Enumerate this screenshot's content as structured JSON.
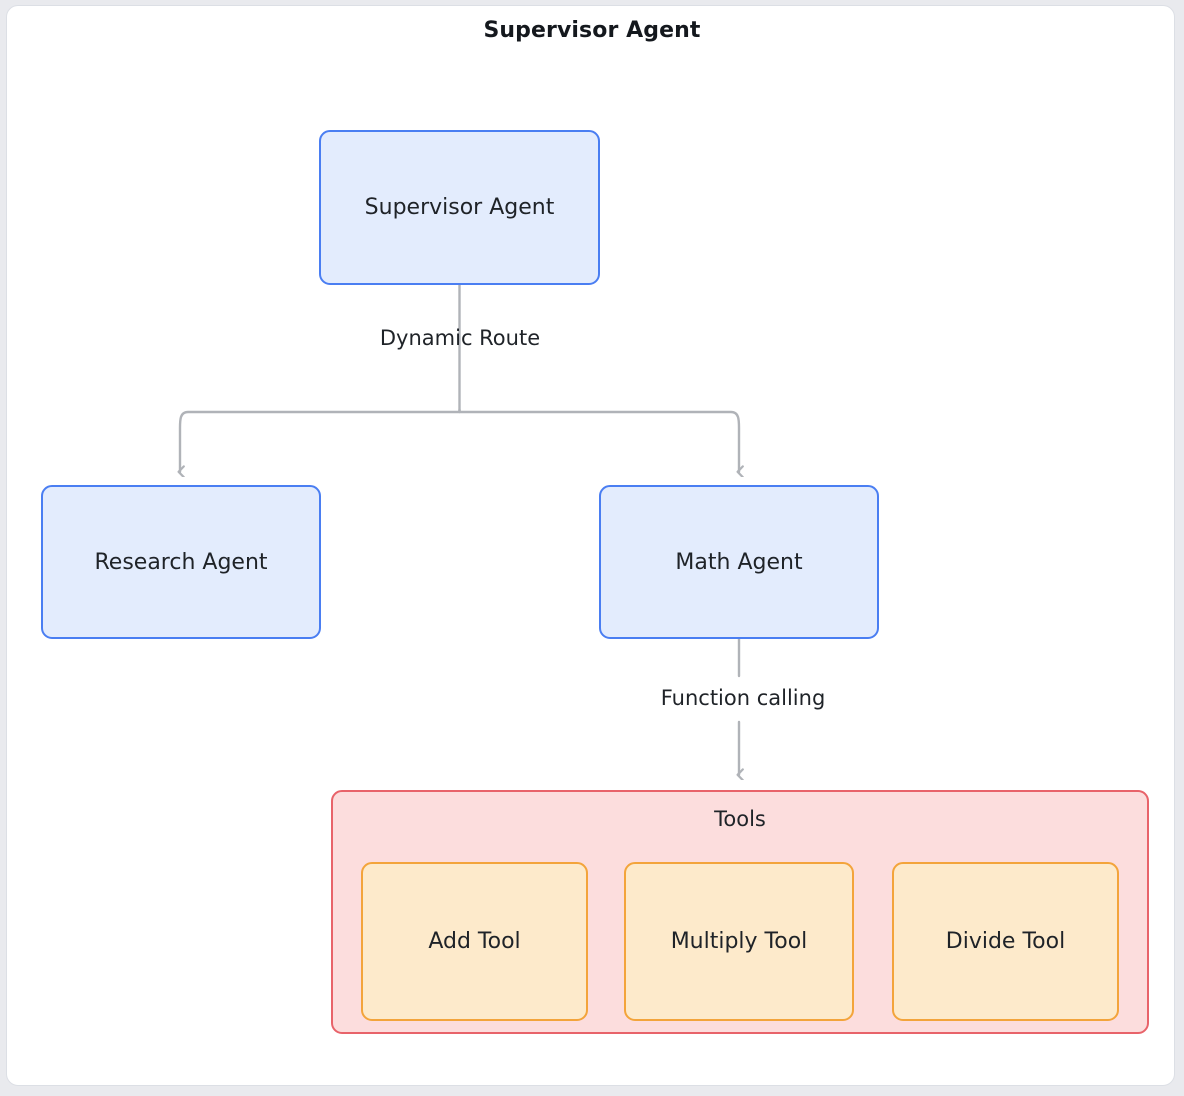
{
  "diagram": {
    "title": "Supervisor Agent",
    "type": "flowchart",
    "colors": {
      "agent_fill": "#e3ecfd",
      "agent_border": "#4a7ef2",
      "tool_fill": "#fdeacb",
      "tool_border": "#f3a43b",
      "cluster_fill": "#fcdddd",
      "cluster_border": "#e8636a",
      "edge": "#b0b3b8",
      "frame_border": "#dcdfe5",
      "text": "#1f2328"
    },
    "nodes": {
      "supervisor": "Supervisor Agent",
      "research": "Research Agent",
      "math": "Math Agent",
      "add_tool": "Add Tool",
      "multiply_tool": "Multiply Tool",
      "divide_tool": "Divide Tool"
    },
    "clusters": {
      "tools": "Tools"
    },
    "edges": [
      {
        "from": "Supervisor Agent",
        "to": "Research Agent",
        "label": "Dynamic Route"
      },
      {
        "from": "Supervisor Agent",
        "to": "Math Agent",
        "label": "Dynamic Route"
      },
      {
        "from": "Math Agent",
        "to": "Tools",
        "label": "Function calling"
      }
    ],
    "edge_labels": {
      "dynamic_route": "Dynamic Route",
      "function_calling": "Function calling"
    }
  }
}
